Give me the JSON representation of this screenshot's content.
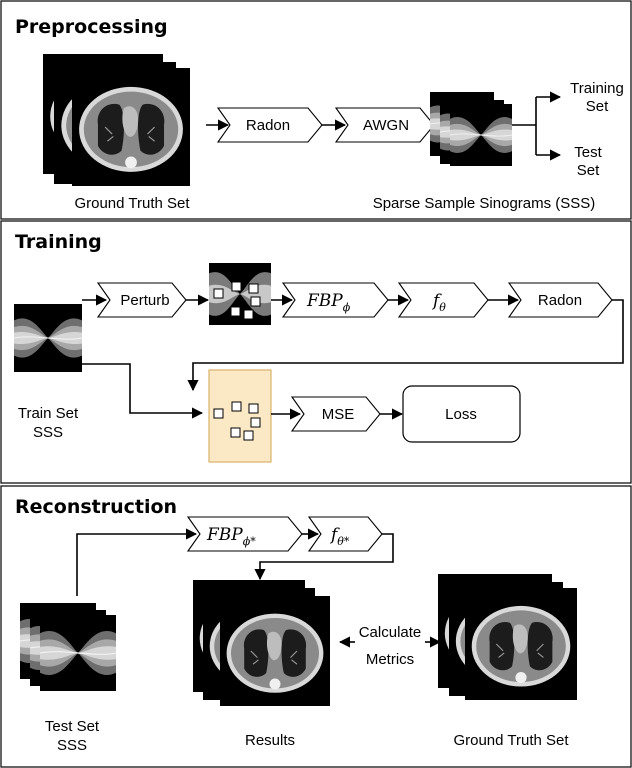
{
  "sections": {
    "preprocessing": "Preprocessing",
    "training": "Training",
    "reconstruction": "Reconstruction"
  },
  "preprocessing": {
    "ground_truth_label": "Ground Truth Set",
    "radon": "Radon",
    "awgn": "AWGN",
    "sss_label": "Sparse Sample Sinograms (SSS)",
    "training_set_line1": "Training",
    "training_set_line2": "Set",
    "test_set_line1": "Test",
    "test_set_line2": "Set"
  },
  "training": {
    "train_set_line1": "Train Set",
    "train_set_line2": "SSS",
    "perturb": "Perturb",
    "fbp_main": "FBP",
    "fbp_sub": "ϕ",
    "f_main": "f",
    "f_sub": "θ",
    "radon": "Radon",
    "mse": "MSE",
    "loss": "Loss"
  },
  "reconstruction": {
    "fbp_main": "FBP",
    "fbp_sub": "ϕ*",
    "f_main": "f",
    "f_sub": "θ*",
    "test_set_line1": "Test Set",
    "test_set_line2": "SSS",
    "results": "Results",
    "calc_line1": "Calculate",
    "calc_line2": "Metrics",
    "ground_truth_label": "Ground Truth Set"
  },
  "colors": {
    "highlight_fill": "#fbe8c4",
    "highlight_stroke": "#d9b46a"
  }
}
